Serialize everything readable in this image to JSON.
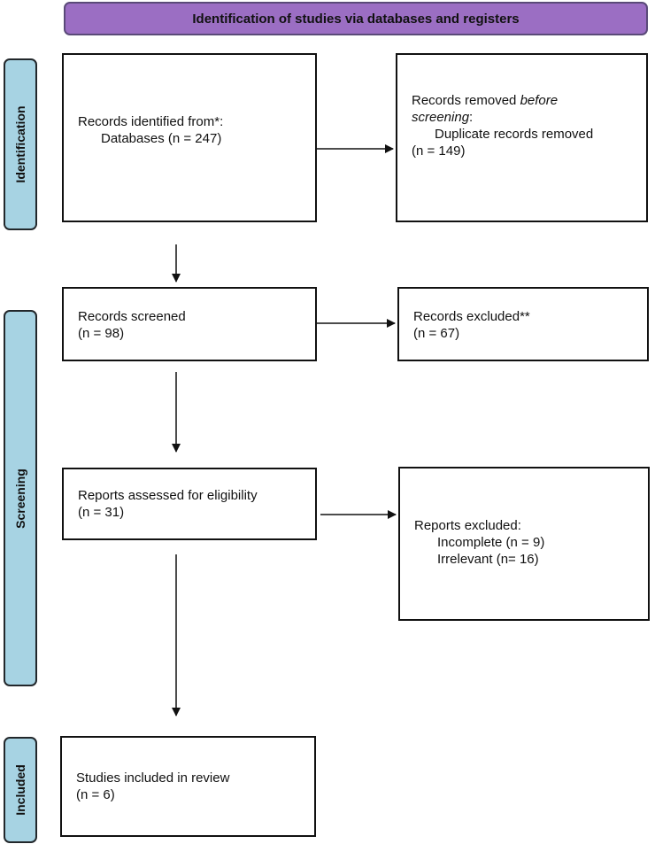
{
  "header": {
    "title": "Identification of studies via databases and registers"
  },
  "phases": {
    "identification": "Identification",
    "screening": "Screening",
    "included": "Included"
  },
  "boxes": {
    "records_identified": {
      "line1": "Records identified from*:",
      "line2": "Databases (n = 247)"
    },
    "records_removed": {
      "line1a": "Records removed ",
      "line1b": "before",
      "line2a": "screening",
      "line2b": ":",
      "line3": "Duplicate records removed",
      "line4": "(n = 149)"
    },
    "records_screened": {
      "line1": "Records screened",
      "line2": "(n = 98)"
    },
    "records_excluded": {
      "line1": "Records excluded**",
      "line2": "(n = 67)"
    },
    "reports_assessed": {
      "line1": "Reports assessed for eligibility",
      "line2": "(n = 31)"
    },
    "reports_excluded": {
      "line1": "Reports excluded:",
      "line2": "Incomplete (n = 9)",
      "line3": "Irrelevant (n= 16)"
    },
    "studies_included": {
      "line1": "Studies included in review",
      "line2": "(n = 6)"
    }
  },
  "colors": {
    "header_fill": "#9b6ec3",
    "phase_fill": "#a7d3e3",
    "box_border": "#111111"
  }
}
